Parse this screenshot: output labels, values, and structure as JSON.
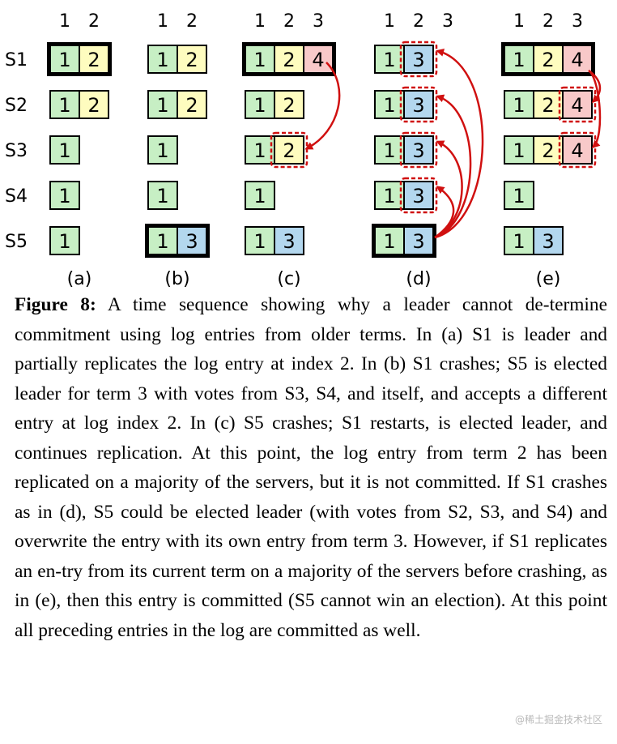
{
  "index_headers": {
    "a": [
      "1",
      "2"
    ],
    "b": [
      "1",
      "2"
    ],
    "c": [
      "1",
      "2",
      "3"
    ],
    "d": [
      "1",
      "2",
      "3"
    ],
    "e": [
      "1",
      "2",
      "3"
    ]
  },
  "servers": [
    "S1",
    "S2",
    "S3",
    "S4",
    "S5"
  ],
  "panels": [
    {
      "id": "a",
      "label": "(a)",
      "leader": "S1",
      "logs": [
        [
          "1",
          "2"
        ],
        [
          "1",
          "2"
        ],
        [
          "1"
        ],
        [
          "1"
        ],
        [
          "1"
        ]
      ],
      "highlights": [],
      "arrows": []
    },
    {
      "id": "b",
      "label": "(b)",
      "leader": "S5",
      "logs": [
        [
          "1",
          "2"
        ],
        [
          "1",
          "2"
        ],
        [
          "1"
        ],
        [
          "1"
        ],
        [
          "1",
          "3"
        ]
      ],
      "highlights": [],
      "arrows": []
    },
    {
      "id": "c",
      "label": "(c)",
      "leader": "S1",
      "logs": [
        [
          "1",
          "2",
          "4"
        ],
        [
          "1",
          "2"
        ],
        [
          "1",
          "2"
        ],
        [
          "1"
        ],
        [
          "1",
          "3"
        ]
      ],
      "highlights": [
        {
          "server": "S3",
          "index": 2
        }
      ],
      "arrows": [
        {
          "from": "S1",
          "to": "S3",
          "index": 2
        }
      ]
    },
    {
      "id": "d",
      "label": "(d)",
      "leader": "S5",
      "logs": [
        [
          "1",
          "3"
        ],
        [
          "1",
          "3"
        ],
        [
          "1",
          "3"
        ],
        [
          "1",
          "3"
        ],
        [
          "1",
          "3"
        ]
      ],
      "highlights": [
        {
          "server": "S1",
          "index": 2
        },
        {
          "server": "S2",
          "index": 2
        },
        {
          "server": "S3",
          "index": 2
        },
        {
          "server": "S4",
          "index": 2
        }
      ],
      "arrows": [
        {
          "from": "S5",
          "to": "S1",
          "index": 2
        },
        {
          "from": "S5",
          "to": "S2",
          "index": 2
        },
        {
          "from": "S5",
          "to": "S3",
          "index": 2
        },
        {
          "from": "S5",
          "to": "S4",
          "index": 2
        }
      ]
    },
    {
      "id": "e",
      "label": "(e)",
      "leader": "S1",
      "logs": [
        [
          "1",
          "2",
          "4"
        ],
        [
          "1",
          "2",
          "4"
        ],
        [
          "1",
          "2",
          "4"
        ],
        [
          "1"
        ],
        [
          "1",
          "3"
        ]
      ],
      "highlights": [
        {
          "server": "S2",
          "index": 3
        },
        {
          "server": "S3",
          "index": 3
        }
      ],
      "arrows": [
        {
          "from": "S1",
          "to": "S2",
          "index": 3
        },
        {
          "from": "S1",
          "to": "S3",
          "index": 3
        }
      ]
    }
  ],
  "term_colors": {
    "1": "#c7efc4",
    "2": "#fefcbf",
    "3": "#b3d7ee",
    "4": "#f8c9c9"
  },
  "arrow_color": "#d01010",
  "caption": {
    "label": "Figure 8:",
    "text": " A time sequence showing why a leader cannot de-termine commitment using log entries from older terms. In (a) S1 is leader and partially replicates the log entry at index 2. In (b) S1 crashes; S5 is elected leader for term 3 with votes from S3, S4, and itself, and accepts a different entry at log index 2. In (c) S5 crashes; S1 restarts, is elected leader, and continues replication. At this point, the log entry from term 2 has been replicated on a majority of the servers, but it is not committed. If S1 crashes as in (d), S5 could be elected leader (with votes from S2, S3, and S4) and overwrite the entry with its own entry from term 3. However, if S1 replicates an en-try from its current term on a majority of the servers before crashing, as in (e), then this entry is committed (S5 cannot win an election). At this point all preceding entries in the log are committed as well."
  },
  "watermark": "@稀土掘金技术社区"
}
